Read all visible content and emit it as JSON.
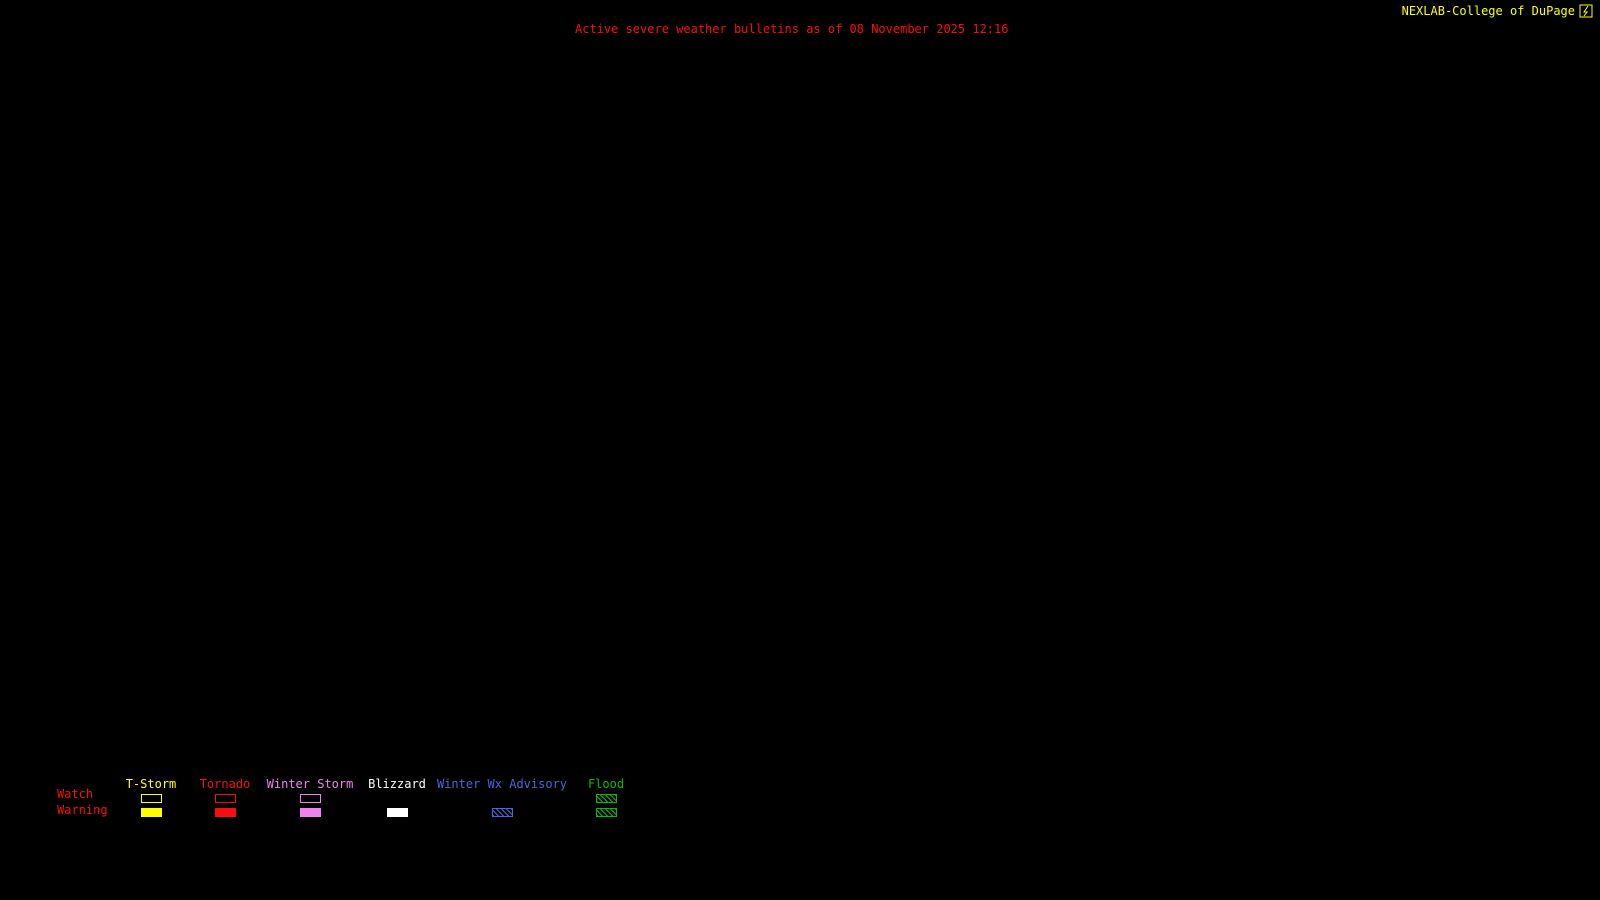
{
  "colors": {
    "background": "#000000",
    "brand": "#ffff00",
    "title": "#fb0d0d",
    "row_label": "#fb0d0d"
  },
  "header": {
    "brand": "NEXLAB-College of DuPage",
    "title": "Active severe weather bulletins as of 08 November 2025 12:16"
  },
  "legend": {
    "watch_label": "Watch",
    "warning_label": "Warning",
    "columns": [
      {
        "label": "T-Storm",
        "color": "#ffff00",
        "watch": "outline",
        "warning": "filled"
      },
      {
        "label": "Tornado",
        "color": "#fb0d0d",
        "watch": "outline",
        "warning": "filled"
      },
      {
        "label": "Winter Storm",
        "color": "#ee82ee",
        "watch": "outline",
        "warning": "filled"
      },
      {
        "label": "Blizzard",
        "color": "#ffffff",
        "watch": "none",
        "warning": "filled"
      },
      {
        "label": "Winter Wx Advisory",
        "color": "#4169e1",
        "watch": "none",
        "warning": "hatched"
      },
      {
        "label": "Flood",
        "color": "#00bf00",
        "watch": "hatched",
        "warning": "hatched"
      }
    ]
  }
}
